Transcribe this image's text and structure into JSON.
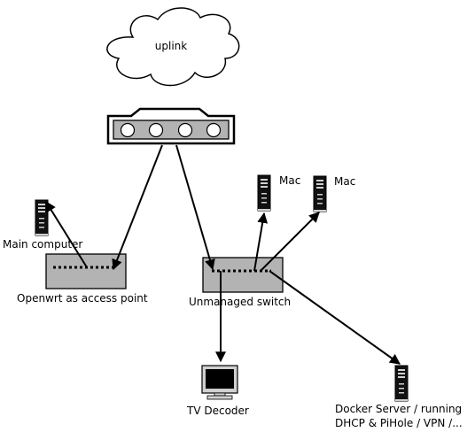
{
  "nodes": {
    "cloud": {
      "label": "uplink"
    },
    "main_computer": {
      "label": "Main computer"
    },
    "access_point": {
      "label": "Openwrt as access point"
    },
    "switch": {
      "label": "Unmanaged switch"
    },
    "mac_1": {
      "label": "Mac"
    },
    "mac_2": {
      "label": "Mac"
    },
    "tv_decoder": {
      "label": "TV Decoder"
    },
    "docker_server": {
      "label_lines": [
        "Docker Server / running",
        "DHCP & PiHole / VPN /..."
      ]
    }
  },
  "colors": {
    "device_fill": "#b3b3b3",
    "line": "#000000",
    "server_dark": "#111111",
    "server_light": "#d0d0d0",
    "screen": "#000000"
  },
  "icons": {
    "router": "router-icon",
    "server": "server-tower-icon",
    "monitor": "monitor-icon",
    "cloud": "cloud-icon"
  }
}
